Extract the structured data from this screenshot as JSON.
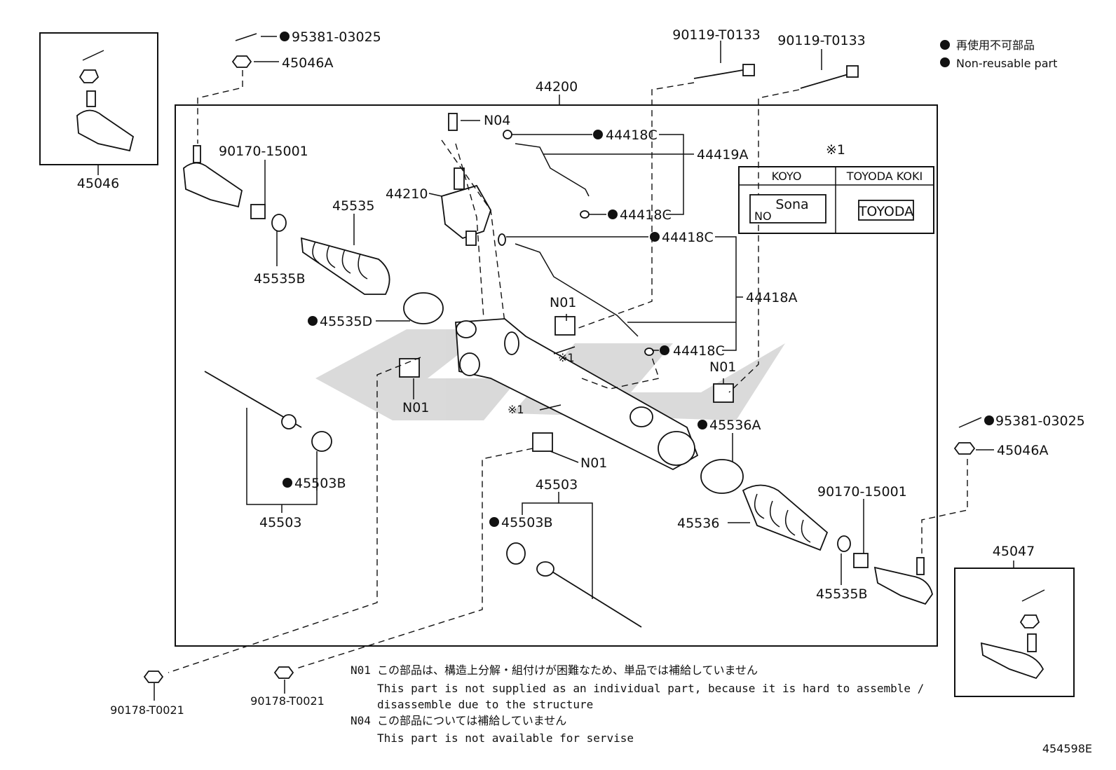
{
  "legend": {
    "ja": "再使用不可部品",
    "en": "Non-reusable part"
  },
  "table": {
    "col1": "KOYO",
    "col2": "TOYODA KOKI",
    "koyo_mark": "Sona",
    "koyo_no": "NO",
    "toyoda_mark": "TOYODA"
  },
  "labels": {
    "l01": "95381-03025",
    "l02": "45046A",
    "l03": "45046",
    "l04": "90119-T0133",
    "l05": "90119-T0133",
    "l06": "44200",
    "l07": "N04",
    "l08": "44418C",
    "l09": "44419A",
    "l10": "※1",
    "l11": "90170-15001",
    "l12": "45535",
    "l13": "44210",
    "l14": "44418C",
    "l15": "44418C",
    "l16": "45535B",
    "l17": "44418A",
    "l18": "N01",
    "l19": "45535D",
    "l20": "44418C",
    "l21": "※1",
    "l22": "N01",
    "l23": "N01",
    "l24": "※1",
    "l25": "45536A",
    "l26": "95381-03025",
    "l27": "45046A",
    "l28": "N01",
    "l29": "45503B",
    "l30": "45503",
    "l31": "90170-15001",
    "l32": "45503",
    "l33": "45503B",
    "l34": "45536",
    "l35": "45047",
    "l36": "45535B",
    "l37": "90178-T0021",
    "l38": "90178-T0021"
  },
  "notes": {
    "n01_code": "N01",
    "n01_ja": "この部品は、構造上分解・組付けが困難なため、単品では補給していません",
    "n01_en1": "This part is not supplied as an individual part, because it is hard to assemble /",
    "n01_en2": "disassemble due to the structure",
    "n04_code": "N04",
    "n04_ja": "この部品については補給していません",
    "n04_en": "This part is not available for servise"
  },
  "diagram_id": "454598E"
}
